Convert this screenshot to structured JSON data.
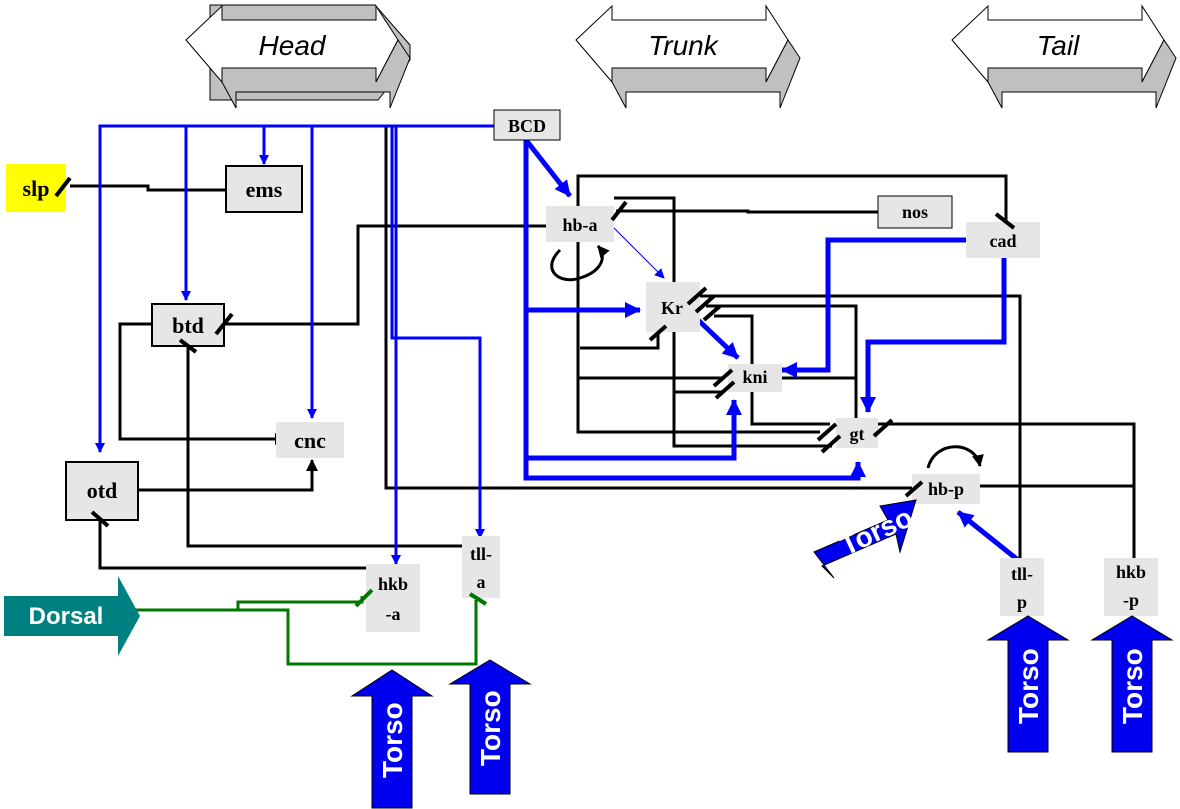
{
  "regions": {
    "head": "Head",
    "trunk": "Trunk",
    "tail": "Tail"
  },
  "genes": {
    "bcd": "BCD",
    "slp": "slp",
    "ems": "ems",
    "btd": "btd",
    "cnc": "cnc",
    "otd": "otd",
    "hb_a": "hb-a",
    "nos": "nos",
    "cad": "cad",
    "kr": "Kr",
    "kni": "kni",
    "gt": "gt",
    "hb_p": "hb-p",
    "tll_a_1": "tll-",
    "tll_a_2": "a",
    "hkb_a_1": "hkb",
    "hkb_a_2": "-a",
    "tll_p_1": "tll-",
    "tll_p_2": "p",
    "hkb_p_1": "hkb",
    "hkb_p_2": "-p"
  },
  "inputs": {
    "dorsal": "Dorsal",
    "torso": "Torso"
  },
  "colors": {
    "activation": "#0000ff",
    "repression": "#000000",
    "dorsal_link": "#007700",
    "torso_fill": "#0000ee",
    "dorsal_fill": "#008080",
    "gene_box": "#e6e6e6",
    "slp_highlight": "#ffff00",
    "region_arrow_face": "#ffffff",
    "region_arrow_side": "#c0c0c0"
  }
}
